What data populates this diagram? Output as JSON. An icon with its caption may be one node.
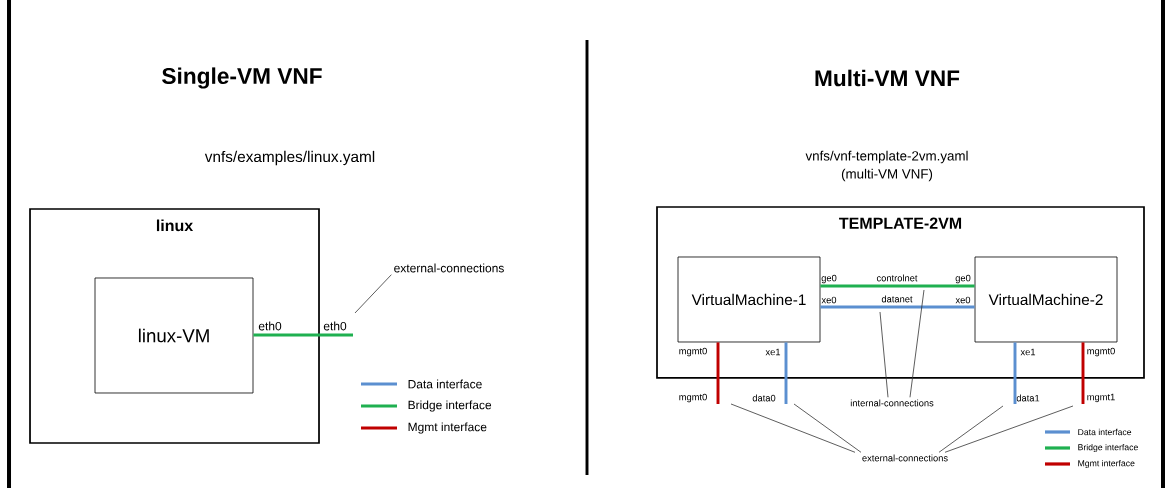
{
  "diagram": {
    "nodes": [
      {
        "text": [
          "linux"
        ]
      },
      {
        "text": [
          "linux-VM"
        ],
        "in": 0
      },
      {
        "text": [
          "external-connections"
        ]
      },
      {
        "text": [
          "TEMPLATE-2VM"
        ]
      },
      {
        "text": [
          "VirtualMachine-1"
        ],
        "in": 3,
        "beside": [
          "mgmt0",
          "xe1"
        ]
      },
      {
        "text": [
          "VirtualMachine-2"
        ],
        "in": 3,
        "beside": [
          "xe1",
          "mgmt0"
        ]
      },
      {
        "text": [
          "internal-connections"
        ]
      },
      {
        "text": [
          "external-connections"
        ]
      },
      {
        "text": [
          "eth0"
        ]
      },
      {
        "text": [
          "mgmt0"
        ]
      },
      {
        "text": [
          "data0"
        ]
      },
      {
        "text": [
          "data1"
        ]
      },
      {
        "text": [
          "mgmt1"
        ]
      }
    ],
    "edges": [
      {
        "from": 1,
        "to": 8,
        "arrow": "none",
        "style": "thick",
        "color": "#1fb050"
      },
      {
        "from": 2,
        "to": 8,
        "arrow": "none"
      },
      {
        "from": 4,
        "to": 5,
        "arrow": "none",
        "label": "controlnet",
        "style": "thick",
        "color": "#1fb050"
      },
      {
        "from": 4,
        "to": 5,
        "arrow": "none",
        "label": "datanet",
        "style": "thick",
        "color": "#5b8fd0"
      },
      {
        "from": 4,
        "to": 9,
        "arrow": "none",
        "style": "thick",
        "color": "#c00000"
      },
      {
        "from": 4,
        "to": 10,
        "arrow": "none",
        "style": "thick",
        "color": "#5b8fd0"
      },
      {
        "from": 5,
        "to": 11,
        "arrow": "none",
        "style": "thick",
        "color": "#5b8fd0"
      },
      {
        "from": 5,
        "to": 12,
        "arrow": "none",
        "style": "thick",
        "color": "#c00000"
      },
      {
        "from": 6,
        "to": null,
        "arrow": "none"
      },
      {
        "from": 6,
        "to": null,
        "arrow": "none"
      },
      {
        "from": 7,
        "to": 9,
        "arrow": "none"
      },
      {
        "from": 7,
        "to": 10,
        "arrow": "none"
      },
      {
        "from": 7,
        "to": 11,
        "arrow": "none"
      },
      {
        "from": 7,
        "to": 12,
        "arrow": "none"
      }
    ],
    "labels": [
      "Single-VM VNF",
      "vnfs/examples/linux.yaml",
      "eth0",
      "Multi-VM VNF",
      "vnfs/vnf-template-2vm.yaml",
      "(multi-VM VNF)",
      "ge0",
      "xe0",
      "ge0",
      "xe0"
    ],
    "legend": [
      {
        "text": "Data interface",
        "color": "#5b8fd0"
      },
      {
        "text": "Bridge interface",
        "color": "#1fb050"
      },
      {
        "text": "Mgmt interface",
        "color": "#c00000"
      },
      {
        "text": "Data interface",
        "color": "#5b8fd0"
      },
      {
        "text": "Bridge interface",
        "color": "#1fb050"
      },
      {
        "text": "Mgmt interface",
        "color": "#c00000"
      }
    ]
  }
}
